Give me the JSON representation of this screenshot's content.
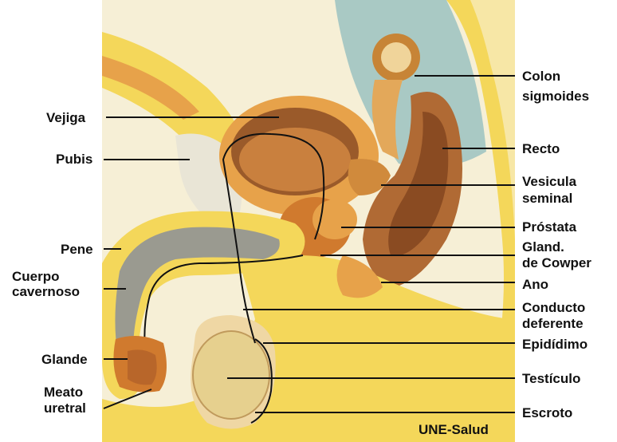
{
  "labels": {
    "colon_1": "Colon",
    "colon_2": "sigmoides",
    "recto": "Recto",
    "vesicula_1": "Vesicula",
    "vesicula_2": "seminal",
    "prostata": "Próstata",
    "cowper_1": "Gland.",
    "cowper_2": "de Cowper",
    "ano": "Ano",
    "conducto_1": "Conducto",
    "conducto_2": "deferente",
    "epididimo": "Epidídimo",
    "testiculo": "Testículo",
    "escroto": "Escroto",
    "vejiga": "Vejiga",
    "pubis": "Pubis",
    "pene": "Pene",
    "cuerpo_1": "Cuerpo",
    "cuerpo_2": "cavernoso",
    "glande": "Glande",
    "meato_1": "Meato",
    "meato_2": "uretral"
  },
  "credit": "UNE-Salud",
  "colors": {
    "background_cream": "#f6efd6",
    "fat_yellow": "#f4d75a",
    "tissue_orange": "#e7a24a",
    "dark_brown": "#8a4b22",
    "cavity_teal": "#a9c9c4",
    "shaft_gray": "#9a9a90",
    "skin": "#efe4c4"
  }
}
